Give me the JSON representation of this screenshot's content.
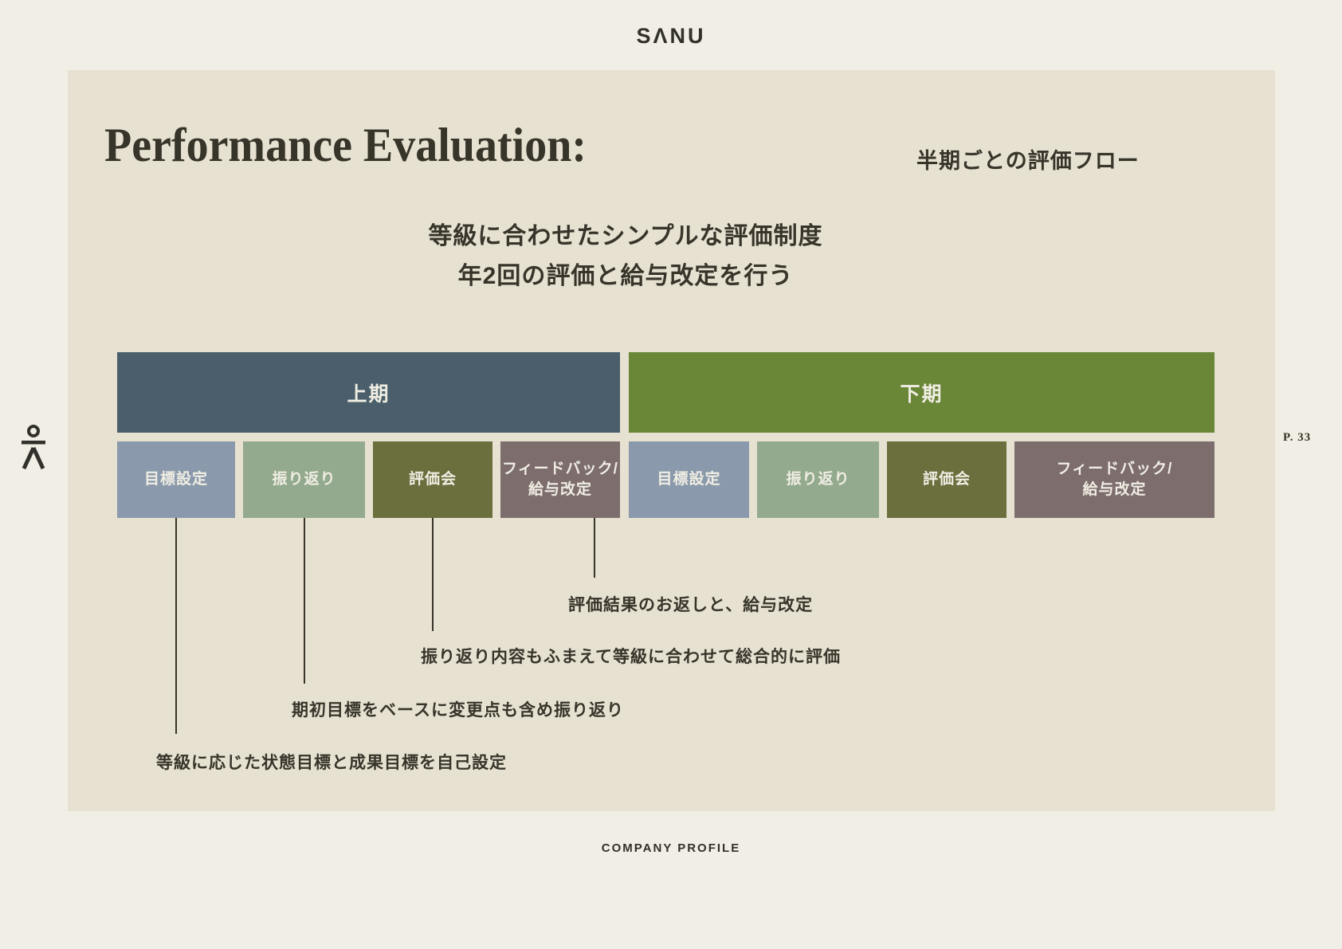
{
  "brand": {
    "logo": "SΛNU",
    "footer": "COMPANY PROFILE",
    "page_number": "P. 33"
  },
  "header": {
    "title": "Performance Evaluation:",
    "subtitle_right": "半期ごとの評価フロー"
  },
  "intro": {
    "line1": "等級に合わせたシンプルな評価制度",
    "line2": "年2回の評価と給与改定を行う"
  },
  "colors": {
    "background": "#f1eee5",
    "panel": "#e7e1d1",
    "text": "#37342a",
    "box_text": "#f0ede3",
    "period_first_half": "#4a5f6b",
    "period_second_half": "#6a8738",
    "step_goal": "#8a9aac",
    "step_review": "#93aa8e",
    "step_evaluation": "#6a6f3d",
    "step_feedback": "#7d6e6d"
  },
  "flow": {
    "periods": [
      {
        "label": "上期",
        "color": "#4a5f6b",
        "steps": [
          {
            "label": "目標設定",
            "color": "#8a9aac"
          },
          {
            "label": "振り返り",
            "color": "#93aa8e"
          },
          {
            "label": "評価会",
            "color": "#6a6f3d"
          },
          {
            "label": "フィードバック/\n給与改定",
            "color": "#7d6e6d"
          }
        ]
      },
      {
        "label": "下期",
        "color": "#6a8738",
        "steps": [
          {
            "label": "目標設定",
            "color": "#8a9aac"
          },
          {
            "label": "振り返り",
            "color": "#93aa8e"
          },
          {
            "label": "評価会",
            "color": "#6a6f3d"
          },
          {
            "label": "フィードバック/\n給与改定",
            "color": "#7d6e6d"
          }
        ]
      }
    ],
    "annotations": [
      {
        "step": "目標設定",
        "text": "等級に応じた状態目標と成果目標を自己設定"
      },
      {
        "step": "振り返り",
        "text": "期初目標をベースに変更点も含め振り返り"
      },
      {
        "step": "評価会",
        "text": "振り返り内容もふまえて等級に合わせて総合的に評価"
      },
      {
        "step": "フィードバック/給与改定",
        "text": "評価結果のお返しと、給与改定"
      }
    ]
  }
}
